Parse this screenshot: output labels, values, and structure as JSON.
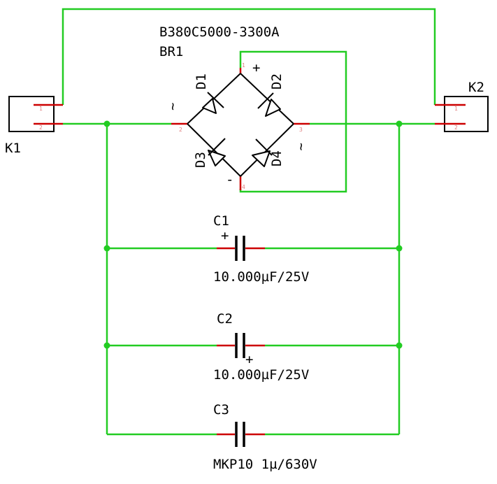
{
  "colors": {
    "wire": "#22cc22",
    "pin": "#cc0000",
    "outline": "#000000",
    "junction": "#22cc22",
    "pin_number": "#e08080",
    "background": "#ffffff"
  },
  "components": {
    "bridge": {
      "part": "B380C5000-3300A",
      "ref": "BR1",
      "plus": "+",
      "minus": "-",
      "ac1": "~",
      "ac2": "~",
      "diodes": [
        "D1",
        "D2",
        "D3",
        "D4"
      ],
      "pins": [
        "1",
        "2",
        "3",
        "4"
      ]
    },
    "k1": {
      "ref": "K1",
      "pins": [
        "1",
        "2"
      ]
    },
    "k2": {
      "ref": "K2",
      "pins": [
        "1",
        "2"
      ]
    },
    "c1": {
      "ref": "C1",
      "value": "10.000µF/25V",
      "polarity": "+"
    },
    "c2": {
      "ref": "C2",
      "value": "10.000µF/25V",
      "polarity": "+"
    },
    "c3": {
      "ref": "C3",
      "value": "MKP10 1µ/630V"
    }
  }
}
